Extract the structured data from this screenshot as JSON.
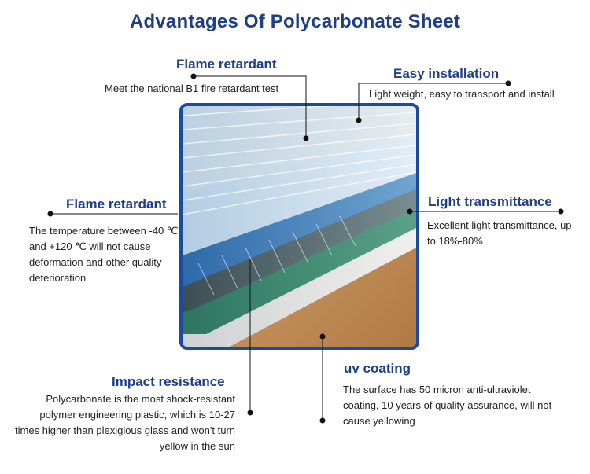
{
  "title": "Advantages Of Polycarbonate Sheet",
  "features": {
    "flame_top": {
      "heading": "Flame retardant",
      "desc": "Meet the national B1 fire retardant test"
    },
    "easy_install": {
      "heading": "Easy installation",
      "desc": "Light weight, easy to transport and install"
    },
    "flame_left": {
      "heading": "Flame retardant",
      "desc": "The temperature between -40 ℃ and +120 ℃ will not cause deformation and other quality deterioration"
    },
    "light_trans": {
      "heading": "Light transmittance",
      "desc": "Excellent light transmittance, up to 18%-80%"
    },
    "impact": {
      "heading": "Impact resistance",
      "desc": "Polycarbonate is the most shock-resistant polymer engineering plastic, which is 10-27 times higher than plexiglous glass and won't turn yellow in the sun"
    },
    "uv": {
      "heading": "uv coating",
      "desc": "The surface has 50 micron anti-ultraviolet coating, 10 years of quality assurance, will not cause yellowing"
    }
  },
  "colors": {
    "heading": "#1e3f87",
    "frame": "#1b4b9e",
    "line": "#111111"
  }
}
